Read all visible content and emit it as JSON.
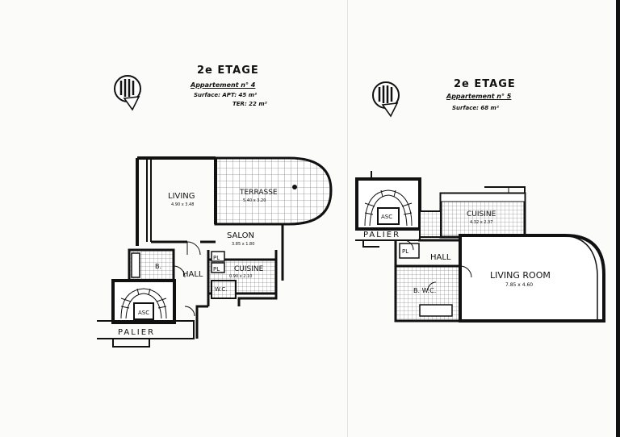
{
  "plan_left": {
    "etage": "2e ETAGE",
    "appartement": "Appartement n° 4",
    "surface_line": "Surface: APT: 45 m²",
    "ter_line": "TER: 22 m²",
    "rooms": {
      "living": "LIVING",
      "living_dim": "4.90 x 3.48",
      "terrasse": "TERRASSE",
      "terrasse_dim": "5.40 x 3.20",
      "salon": "SALON",
      "salon_dim": "3.85 x 1.80",
      "b": "B.",
      "hall": "HALL",
      "pl1": "PL",
      "pl2": "PL",
      "cuisine": "CUISINE",
      "cuisine_dim": "0.90 x 2.10",
      "wc": "W.C.",
      "asc": "ASC",
      "palier": "PALIER"
    }
  },
  "plan_right": {
    "etage": "2e ETAGE",
    "appartement": "Appartement n° 5",
    "surface_line": "Surface: 68 m²",
    "rooms": {
      "asc": "ASC",
      "palier": "PALIER",
      "cuisine": "CUISINE",
      "cuisine_dim": "4.32 x 2.37",
      "pl": "PL",
      "hall": "HALL",
      "bwc": "B. W.C.",
      "living_room": "LIVING ROOM",
      "living_room_dim": "7.85 x 4.60"
    }
  },
  "icons": {
    "north_left": "north-arrow-icon",
    "north_right": "north-arrow-icon"
  }
}
